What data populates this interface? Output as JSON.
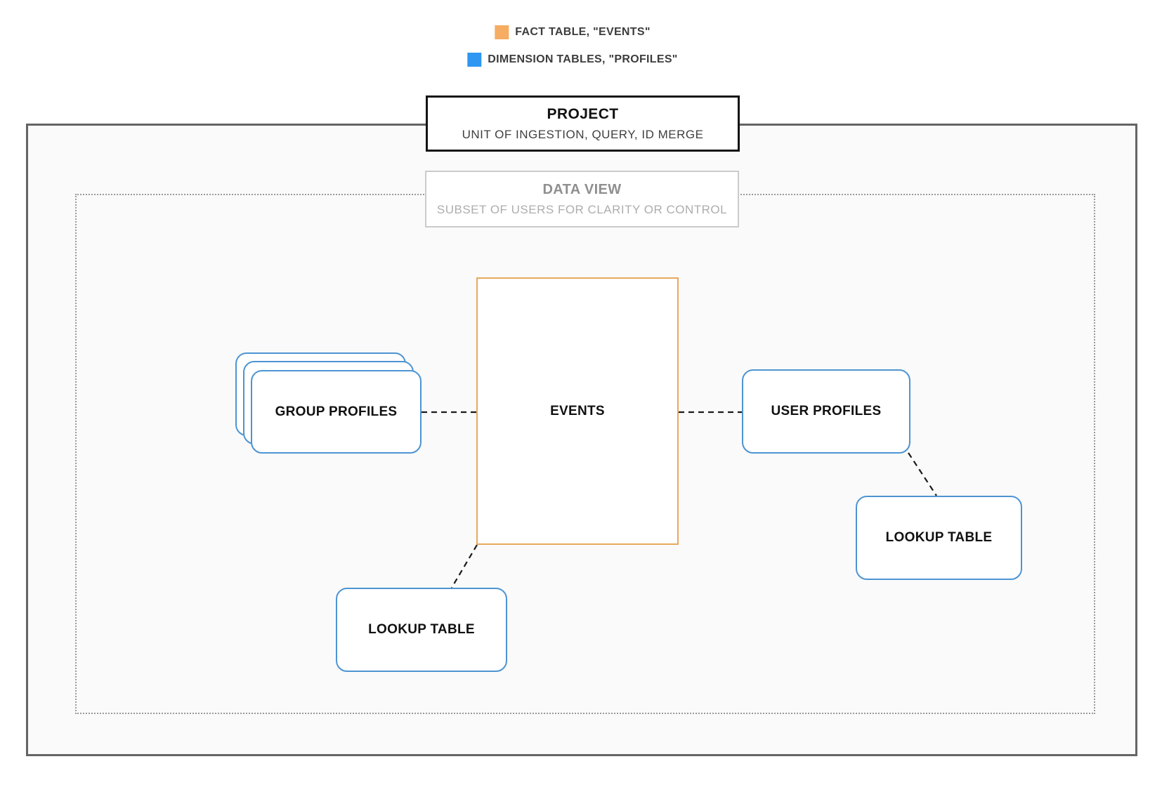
{
  "legend": {
    "items": [
      {
        "label": "FACT TABLE, \"EVENTS\""
      },
      {
        "label": "DIMENSION TABLES, \"PROFILES\""
      }
    ]
  },
  "project": {
    "title": "PROJECT",
    "subtitle": "UNIT OF INGESTION, QUERY, ID MERGE"
  },
  "data_view": {
    "title": "DATA VIEW",
    "subtitle": "SUBSET OF USERS FOR CLARITY OR CONTROL"
  },
  "nodes": {
    "events": {
      "label": "EVENTS",
      "type": "fact"
    },
    "group_profiles": {
      "label": "GROUP PROFILES",
      "type": "dimension"
    },
    "user_profiles": {
      "label": "USER PROFILES",
      "type": "dimension"
    },
    "lookup_left": {
      "label": "LOOKUP TABLE",
      "type": "dimension"
    },
    "lookup_right": {
      "label": "LOOKUP TABLE",
      "type": "dimension"
    }
  },
  "colors": {
    "fact_swatch": "#f6ac61",
    "dimension_swatch": "#2e97f2",
    "fact_border": "#e7a85e",
    "dimension_border": "#4d94d2"
  }
}
